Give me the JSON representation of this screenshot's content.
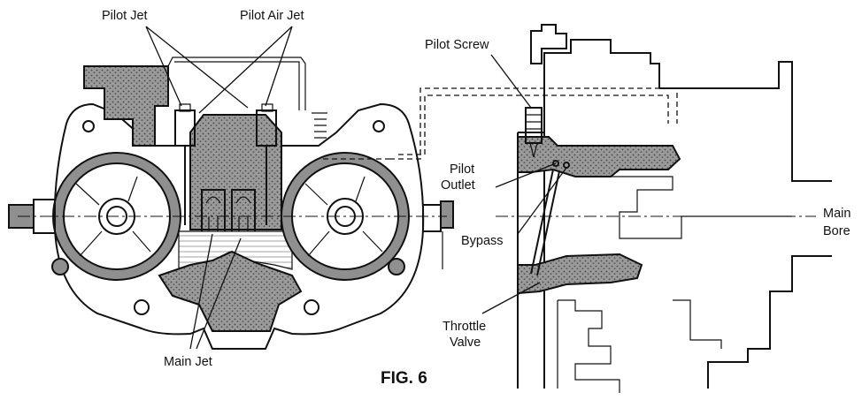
{
  "labels": {
    "pilot_jet": "Pilot Jet",
    "pilot_air_jet": "Pilot Air Jet",
    "main_jet": "Main Jet",
    "pilot_screw": "Pilot Screw",
    "pilot_outlet_line1": "Pilot",
    "pilot_outlet_line2": "Outlet",
    "bypass": "Bypass",
    "main_bore_line1": "Main",
    "main_bore_line2": "Bore",
    "throttle_valve_line1": "Throttle",
    "throttle_valve_line2": "Valve",
    "figure_caption": "FIG. 6"
  }
}
